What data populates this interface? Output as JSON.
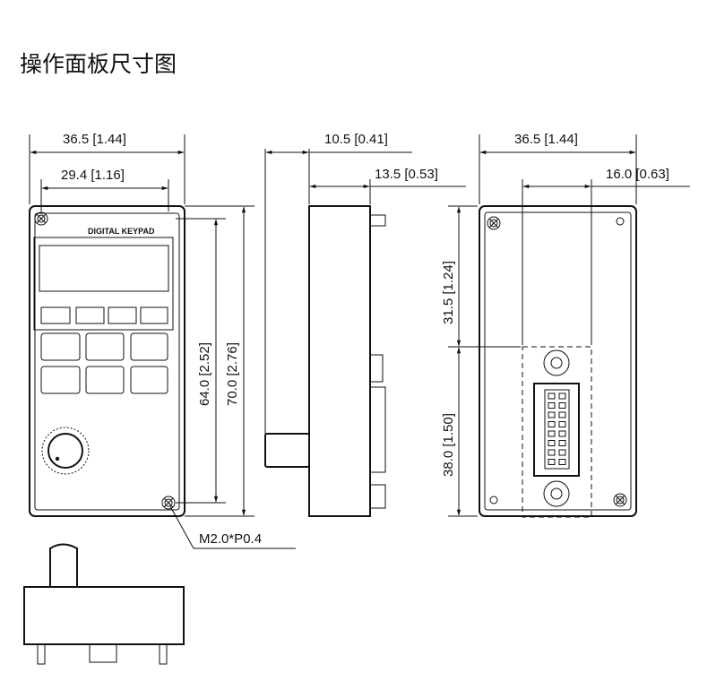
{
  "title": "操作面板尺寸图",
  "front_view": {
    "panel_label": "DIGITAL  KEYPAD",
    "width_overall": "36.5 [1.44]",
    "width_holes": "29.4 [1.16]",
    "height_holes": "64.0 [2.52]",
    "height_overall": "70.0 [2.76]",
    "screw_spec": "M2.0*P0.4"
  },
  "side_view": {
    "depth_overall": "10.5 [0.41]",
    "depth_body": "13.5 [0.53]"
  },
  "rear_view": {
    "width_overall": "36.5 [1.44]",
    "connector_offset": "16.0 [0.63]",
    "height_upper": "31.5 [1.24]",
    "height_lower": "38.0 [1.50]"
  }
}
